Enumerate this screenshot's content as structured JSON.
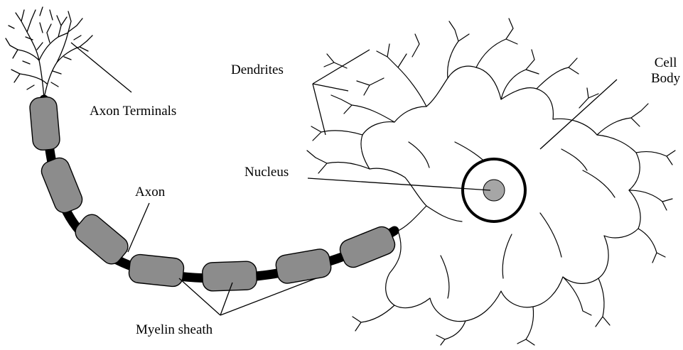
{
  "labels": {
    "axon_terminals": "Axon Terminals",
    "dendrites": "Dendrites",
    "cell": "Cell",
    "body": "Body",
    "nucleus": "Nucleus",
    "axon": "Axon",
    "myelin_sheath": "Myelin sheath"
  },
  "colors": {
    "myelin_fill": "#8c8c8c",
    "stroke": "#000000",
    "nucleus_fill": "#a6a6a6"
  }
}
